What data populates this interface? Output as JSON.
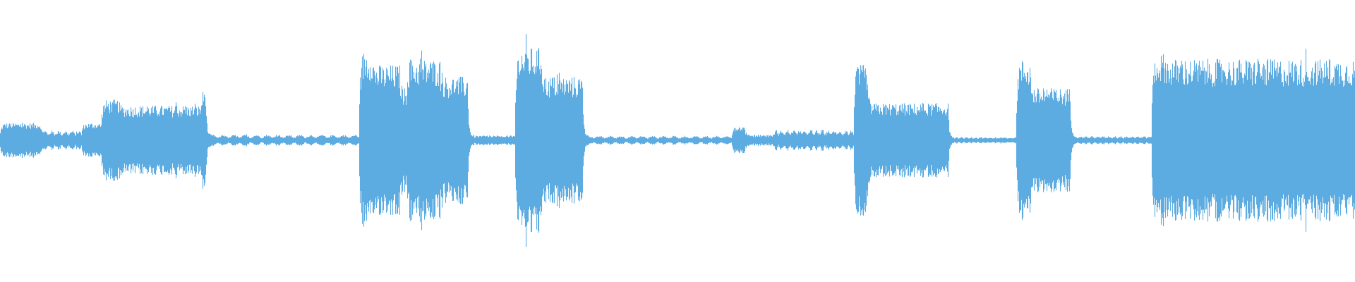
{
  "waveform": {
    "color": "#5dabe1",
    "background": "#ffffff",
    "segments": [
      {
        "start": 0.0,
        "end": 0.03,
        "amp": 0.15
      },
      {
        "start": 0.03,
        "end": 0.06,
        "amp": 0.09,
        "notch": true
      },
      {
        "start": 0.06,
        "end": 0.075,
        "amp": 0.15
      },
      {
        "start": 0.075,
        "end": 0.088,
        "amp": 0.35
      },
      {
        "start": 0.088,
        "end": 0.148,
        "amp": 0.3
      },
      {
        "start": 0.148,
        "end": 0.152,
        "amp": 0.45
      },
      {
        "start": 0.152,
        "end": 0.265,
        "amp": 0.05,
        "beads": true
      },
      {
        "start": 0.265,
        "end": 0.275,
        "amp": 0.78
      },
      {
        "start": 0.275,
        "end": 0.295,
        "amp": 0.65
      },
      {
        "start": 0.295,
        "end": 0.3,
        "amp": 0.45
      },
      {
        "start": 0.3,
        "end": 0.325,
        "amp": 0.7
      },
      {
        "start": 0.325,
        "end": 0.345,
        "amp": 0.55
      },
      {
        "start": 0.345,
        "end": 0.38,
        "amp": 0.05,
        "beads": true
      },
      {
        "start": 0.38,
        "end": 0.4,
        "amp": 0.8
      },
      {
        "start": 0.4,
        "end": 0.43,
        "amp": 0.55
      },
      {
        "start": 0.43,
        "end": 0.54,
        "amp": 0.04,
        "beads": true
      },
      {
        "start": 0.54,
        "end": 0.55,
        "amp": 0.12
      },
      {
        "start": 0.55,
        "end": 0.57,
        "amp": 0.06,
        "beads": true
      },
      {
        "start": 0.57,
        "end": 0.63,
        "amp": 0.1,
        "beads": true
      },
      {
        "start": 0.63,
        "end": 0.64,
        "amp": 0.65
      },
      {
        "start": 0.64,
        "end": 0.7,
        "amp": 0.32
      },
      {
        "start": 0.7,
        "end": 0.75,
        "amp": 0.03,
        "beads": true
      },
      {
        "start": 0.75,
        "end": 0.76,
        "amp": 0.7
      },
      {
        "start": 0.76,
        "end": 0.79,
        "amp": 0.45
      },
      {
        "start": 0.79,
        "end": 0.85,
        "amp": 0.04,
        "beads": true
      },
      {
        "start": 0.85,
        "end": 0.86,
        "amp": 0.75
      },
      {
        "start": 0.86,
        "end": 1.0,
        "amp": 0.7
      }
    ]
  }
}
